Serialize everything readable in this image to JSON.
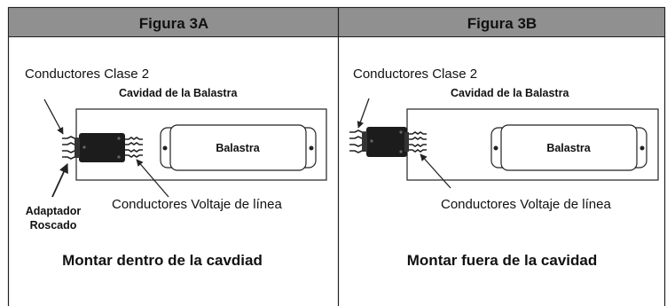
{
  "colors": {
    "header_bg": "#909090",
    "header_text": "#ffffff",
    "line": "#222222",
    "adapter": "#1c1c1c",
    "cavity_fill": "#ffffff"
  },
  "panels": [
    {
      "header": "Figura 3A",
      "class2_label": "Conductores Clase 2",
      "cavity_label": "Cavidad de la Balastra",
      "ballast_label": "Balastra",
      "line_voltage_label": "Conductores Voltaje de línea",
      "adapter_label_line1": "Adaptador",
      "adapter_label_line2": "Roscado",
      "caption": "Montar dentro de la cavdiad"
    },
    {
      "header": "Figura 3B",
      "class2_label": "Conductores Clase 2",
      "cavity_label": "Cavidad de la Balastra",
      "ballast_label": "Balastra",
      "line_voltage_label": "Conductores Voltaje de línea",
      "caption": "Montar fuera de la cavidad"
    }
  ]
}
